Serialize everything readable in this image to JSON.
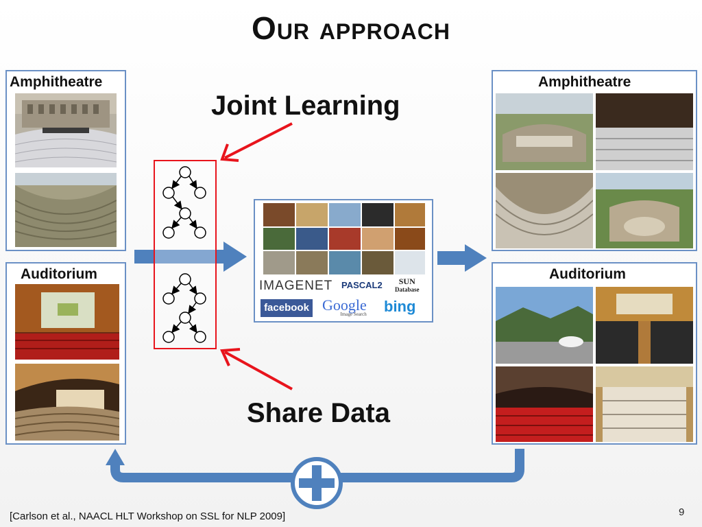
{
  "slide": {
    "title": "Our approach",
    "joint_learning": "Joint Learning",
    "share_data": "Share Data",
    "citation": "[Carlson et al., NAACL HLT Workshop on SSL for NLP 2009]",
    "page_number": "9"
  },
  "left_panels": {
    "amphitheatre": "Amphitheatre",
    "auditorium": "Auditorium"
  },
  "right_panels": {
    "amphitheatre": "Amphitheatre",
    "auditorium": "Auditorium"
  },
  "datasets": {
    "imagenet": "IMAGENET",
    "pascal": "PASCAL2",
    "sun": "SUN",
    "sun_sub": "Database",
    "facebook": "facebook",
    "google": "Google",
    "google_sub": "Image Search",
    "bing": "bing"
  },
  "colors": {
    "accent_blue": "#4f81bd",
    "box_border": "#6a90c5",
    "red": "#e8141c"
  },
  "icons": [
    "red-arrow-icon",
    "blue-arrow-icon",
    "plus-icon",
    "graph-node-icon"
  ]
}
